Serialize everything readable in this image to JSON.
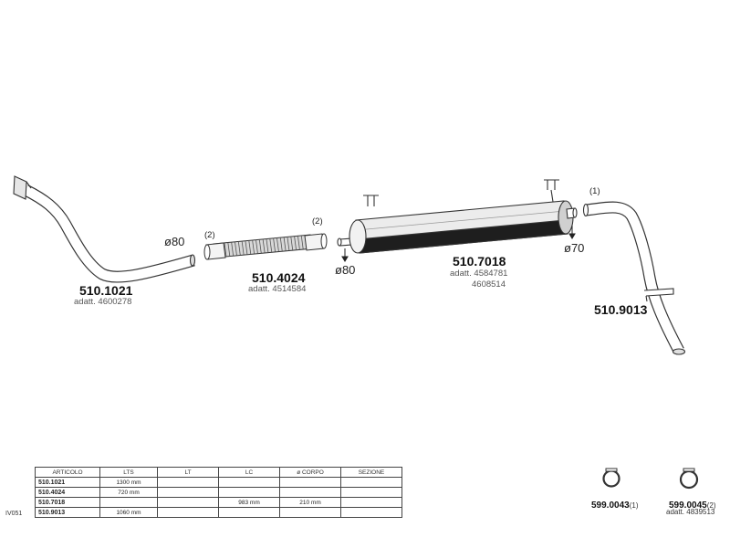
{
  "parts": [
    {
      "code": "510.1021",
      "adatt": "adatt. 4600278",
      "diameter": "ø80"
    },
    {
      "code": "510.4024",
      "adatt": "adatt. 4514584",
      "note_left": "(2)",
      "note_right": "(2)"
    },
    {
      "code": "510.7018",
      "adatt_1": "adatt. 4584781",
      "adatt_2": "4608514",
      "diameter_in": "ø80",
      "diameter_out": "ø70"
    },
    {
      "code": "510.9013",
      "note": "(1)"
    }
  ],
  "clamps": [
    {
      "code": "599.0043",
      "suffix": "(1)"
    },
    {
      "code": "599.0045",
      "suffix": "(2)",
      "adatt": "adatt. 4839513"
    }
  ],
  "table": {
    "headers": [
      "ARTICOLO",
      "LTS",
      "LT",
      "LC",
      "ø CORPO",
      "SEZIONE"
    ],
    "rows": [
      [
        "510.1021",
        "1300 mm",
        "",
        "",
        "",
        ""
      ],
      [
        "510.4024",
        "720 mm",
        "",
        "",
        "",
        ""
      ],
      [
        "510.7018",
        "",
        "",
        "983 mm",
        "210 mm",
        ""
      ],
      [
        "510.9013",
        "1060 mm",
        "",
        "",
        "",
        ""
      ]
    ],
    "row_tag": "IV051"
  }
}
